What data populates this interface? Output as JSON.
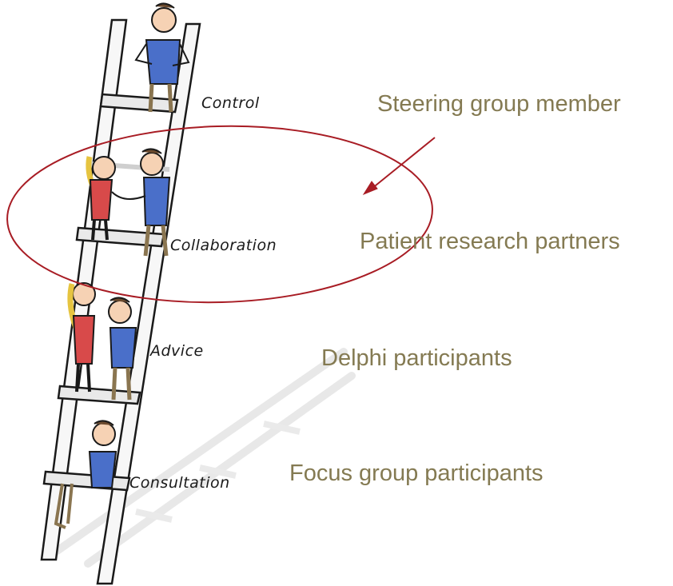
{
  "colors": {
    "role_text": "#847a52",
    "highlight_ellipse": "#a81c24",
    "arrow": "#a81c24",
    "ladder_stroke": "#1a1a1a",
    "shadow": "#d8d8d8"
  },
  "ladder": {
    "rungs": [
      {
        "label": "Control"
      },
      {
        "label": "Collaboration"
      },
      {
        "label": "Advice"
      },
      {
        "label": "Consultation"
      }
    ]
  },
  "roles": [
    {
      "label": "Steering group member"
    },
    {
      "label": "Patient research partners"
    },
    {
      "label": "Delphi participants"
    },
    {
      "label": "Focus group participants"
    }
  ],
  "icons": [
    "ladder-illustration",
    "person-figure",
    "handshake-figure",
    "highlight-ellipse",
    "pointer-arrow"
  ]
}
